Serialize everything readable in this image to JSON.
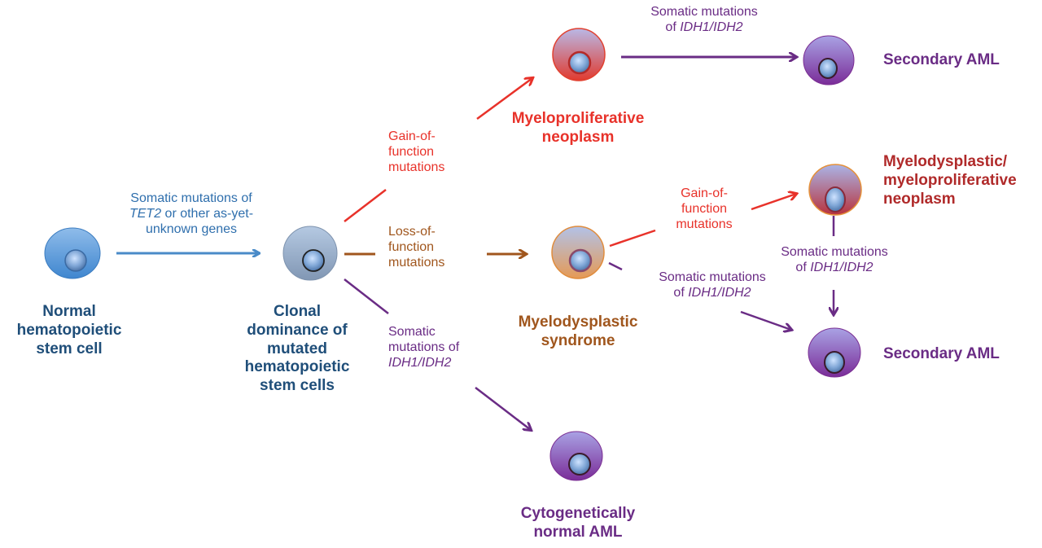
{
  "colors": {
    "blue": "#1f4e79",
    "blue_arrow": "#4a8bc8",
    "red": "#e8322a",
    "brown": "#a0561d",
    "purple": "#6a2c85",
    "darkred": "#b02a2a"
  },
  "nodes": {
    "normal": {
      "lines": [
        "Normal",
        "hematopoietic",
        "stem cell"
      ]
    },
    "clonal": {
      "lines": [
        "Clonal",
        "dominance of",
        "mutated",
        "hematopoietic",
        "stem cells"
      ]
    },
    "mpn": {
      "lines": [
        "Myeloproliferative",
        "neoplasm"
      ]
    },
    "mds": {
      "lines": [
        "Myelodysplastic",
        "syndrome"
      ]
    },
    "mds_mpn": {
      "lines": [
        "Myelodysplastic/",
        "myeloproliferative",
        "neoplasm"
      ]
    },
    "secondary_aml_top": {
      "lines": [
        "Secondary AML"
      ]
    },
    "secondary_aml_bottom": {
      "lines": [
        "Secondary AML"
      ]
    },
    "cn_aml": {
      "lines": [
        "Cytogenetically",
        "normal AML"
      ]
    }
  },
  "edges": {
    "tet2": {
      "line1": "Somatic mutations of",
      "line2_italic": "TET2",
      "line2_rest": " or other as-yet-",
      "line3": "unknown genes"
    },
    "gain1": {
      "lines": [
        "Gain-of-",
        "function",
        "mutations"
      ]
    },
    "loss": {
      "lines": [
        "Loss-of-",
        "function",
        "mutations"
      ]
    },
    "idh_clonal": {
      "line1": "Somatic",
      "line2": "mutations of",
      "line3_italic": "IDH1/IDH2"
    },
    "idh_mpn": {
      "line1": "Somatic mutations",
      "line2_prefix": "of ",
      "line2_italic": "IDH1/IDH2"
    },
    "gain2": {
      "lines": [
        "Gain-of-",
        "function",
        "mutations"
      ]
    },
    "idh_mds": {
      "line1": "Somatic mutations",
      "line2_prefix": "of ",
      "line2_italic": "IDH1/IDH2"
    },
    "idh_mdsmpn": {
      "line1": "Somatic mutations",
      "line2_prefix": "of ",
      "line2_italic": "IDH1/IDH2"
    }
  }
}
